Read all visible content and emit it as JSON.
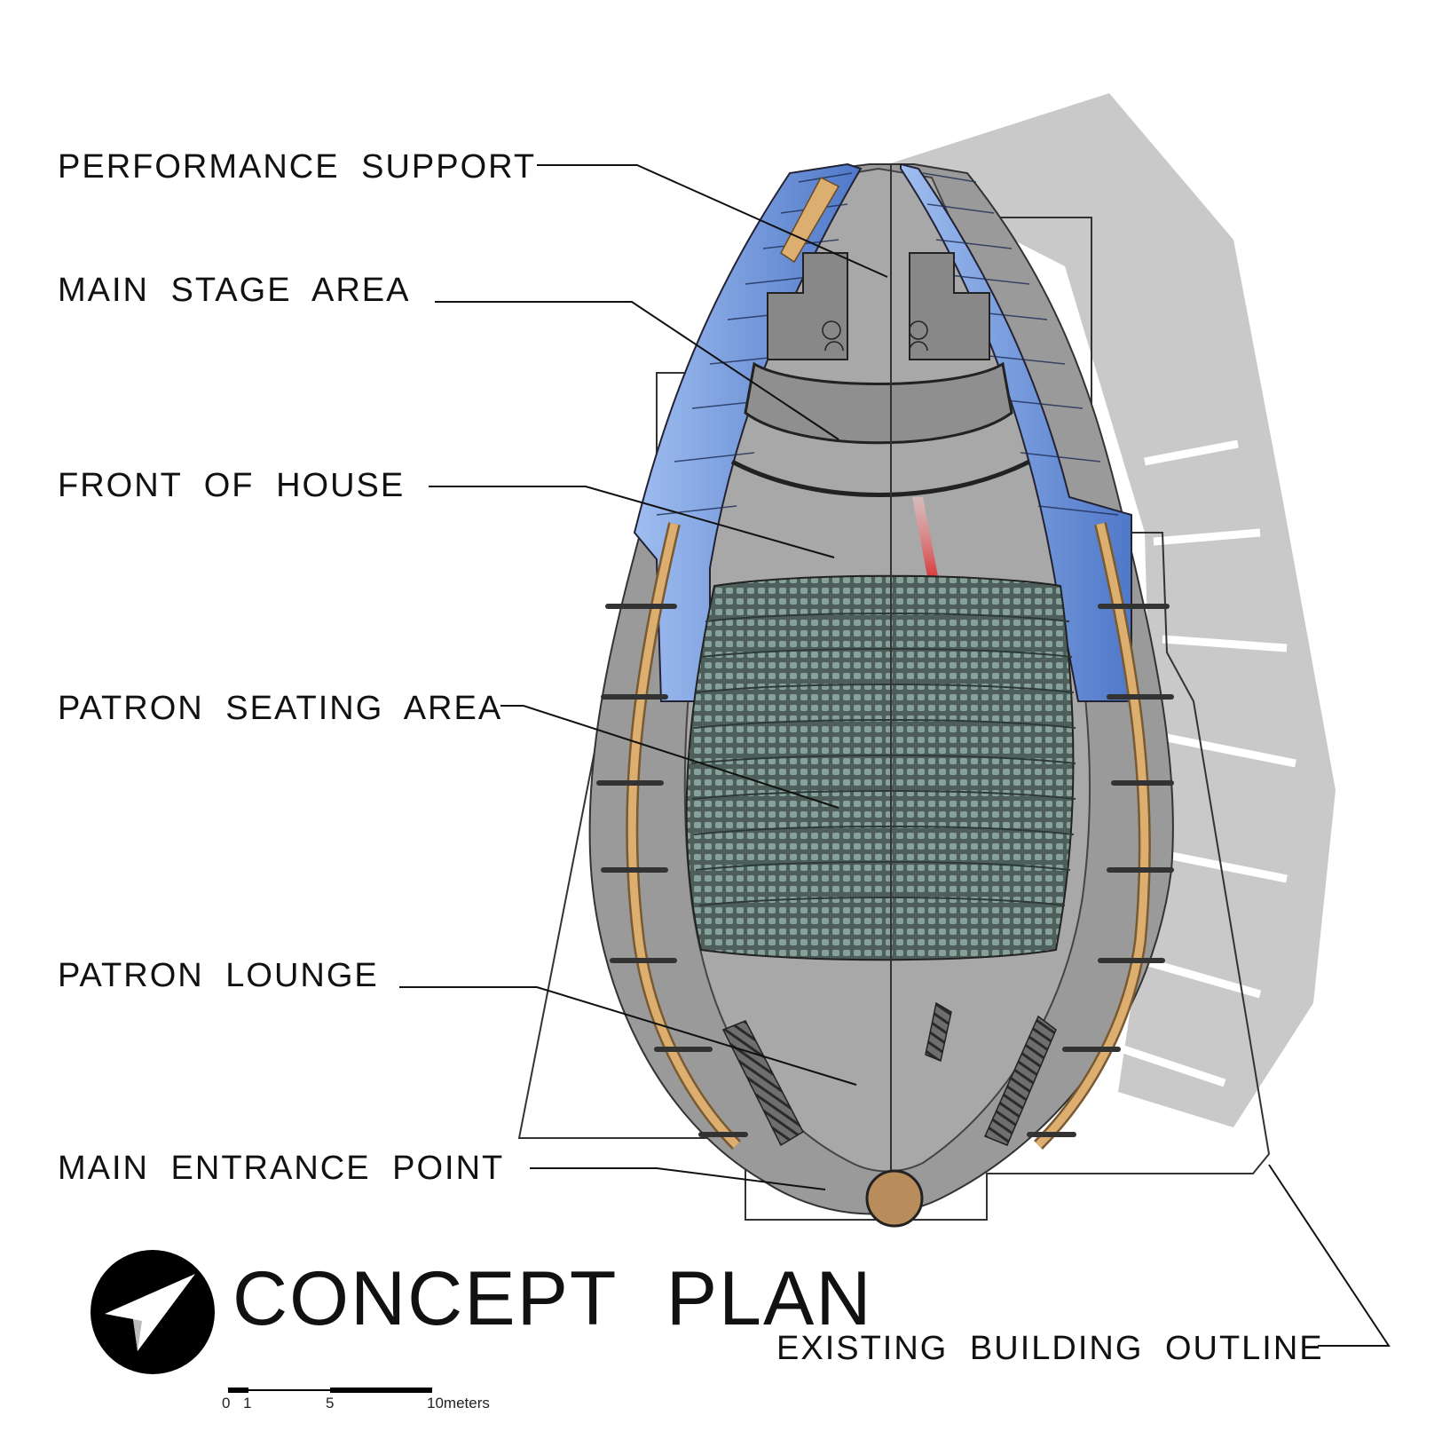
{
  "title": "CONCEPT PLAN",
  "labels": {
    "performance_support": "PERFORMANCE SUPPORT",
    "main_stage_area": "MAIN STAGE AREA",
    "front_of_house": "FRONT OF HOUSE",
    "patron_seating_area": "PATRON SEATING AREA",
    "patron_lounge": "PATRON LOUNGE",
    "main_entrance_point": "MAIN ENTRANCE POINT",
    "existing_building_outline": "EXISTING BUILDING OUTLINE"
  },
  "scale_bar": {
    "tick_0": "0",
    "tick_1": "1",
    "tick_5": "5",
    "tick_10": "10meters"
  },
  "colors": {
    "shadow": "#c7c7c7",
    "shell": "#8a8a8a",
    "floor": "#999999",
    "glass": "#6f95d8",
    "timber": "#d8a666",
    "seats": "#5c6f6a",
    "entrance": "#b98c5c",
    "spotlight": "#e23c3c"
  },
  "icons": {
    "north_arrow": "north-arrow-icon"
  }
}
